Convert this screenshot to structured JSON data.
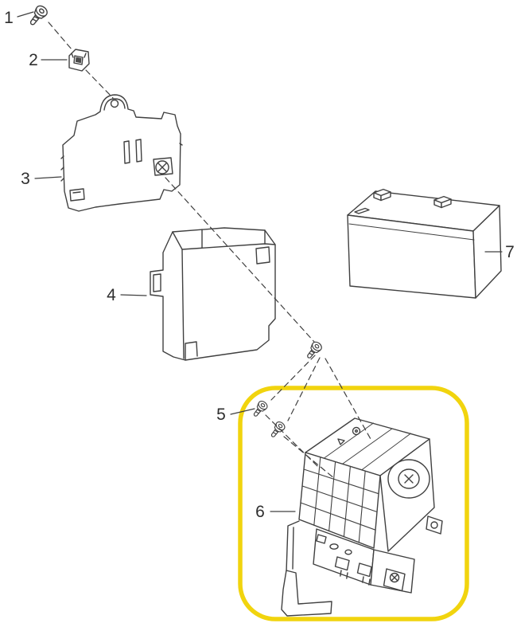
{
  "figure": {
    "kind": "exploded-parts-diagram",
    "background_color": "#ffffff",
    "line_color": "#404040",
    "label_color": "#2e2e2e",
    "highlight_color": "#f1d40e",
    "labels": [
      "1",
      "2",
      "3",
      "4",
      "5",
      "6",
      "7"
    ]
  }
}
